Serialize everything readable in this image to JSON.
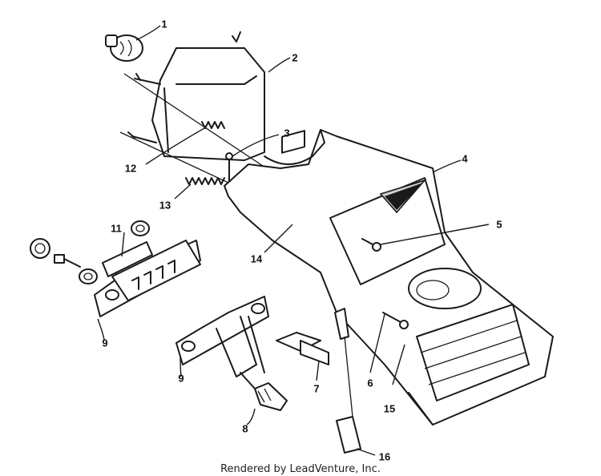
{
  "diagram": {
    "callouts": [
      "1",
      "2",
      "3",
      "4",
      "5",
      "6",
      "7",
      "8",
      "9",
      "9",
      "11",
      "12",
      "13",
      "14",
      "15",
      "16"
    ]
  },
  "footer": {
    "credit": "Rendered by LeadVenture, Inc."
  }
}
